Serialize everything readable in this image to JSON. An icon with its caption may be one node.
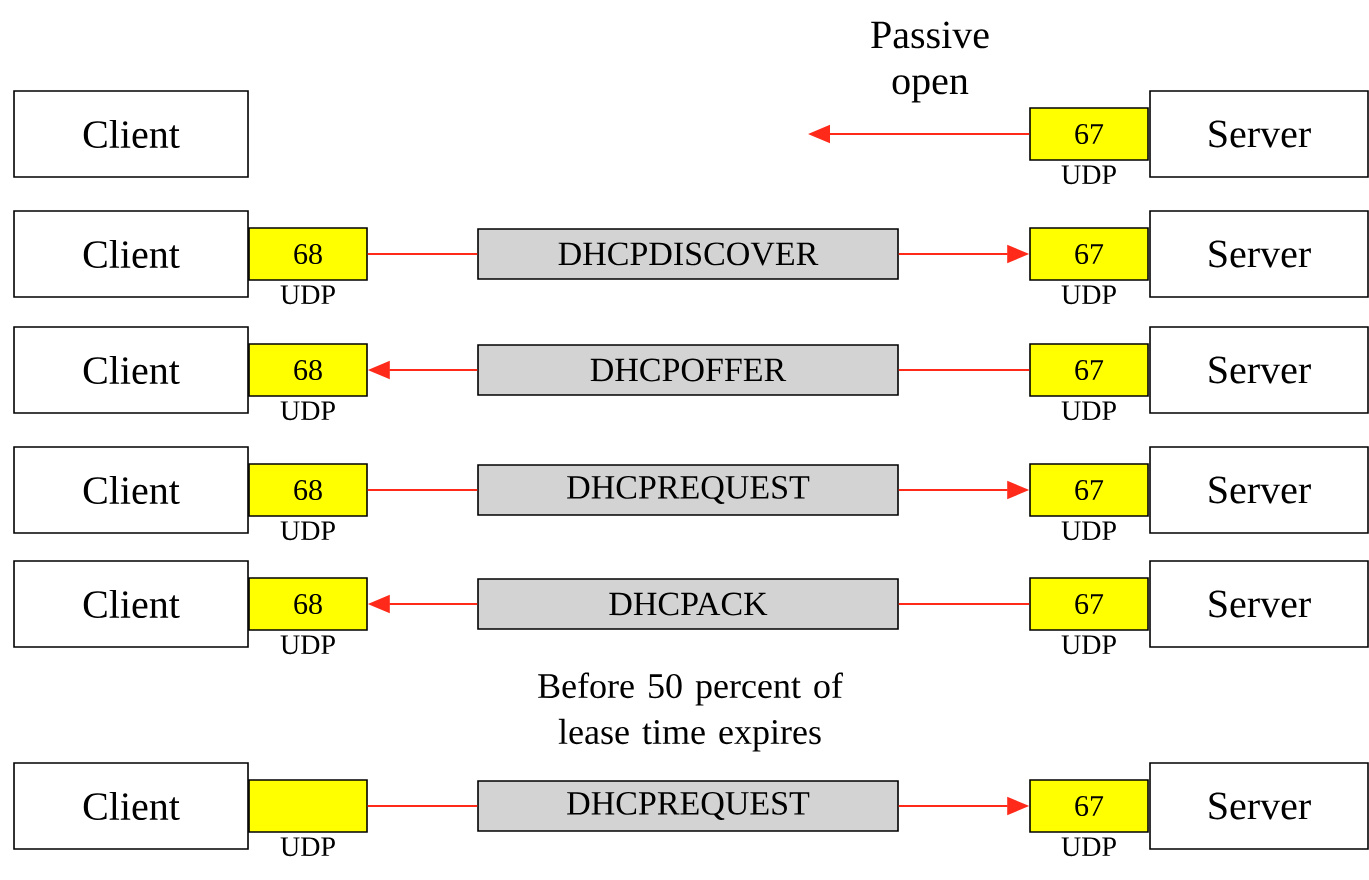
{
  "diagram": {
    "nodes": [
      {
        "text": [
          "Client"
        ]
      },
      {
        "text": [
          "67"
        ],
        "beside": [
          "UDP"
        ]
      },
      {
        "text": [
          "Server"
        ]
      },
      {
        "text": [
          "Client"
        ]
      },
      {
        "text": [
          "68"
        ],
        "beside": [
          "UDP"
        ]
      },
      {
        "text": [
          "DHCPDISCOVER"
        ]
      },
      {
        "text": [
          "67"
        ],
        "beside": [
          "UDP"
        ]
      },
      {
        "text": [
          "Server"
        ]
      },
      {
        "text": [
          "Client"
        ]
      },
      {
        "text": [
          "68"
        ],
        "beside": [
          "UDP"
        ]
      },
      {
        "text": [
          "DHCPOFFER"
        ]
      },
      {
        "text": [
          "67"
        ],
        "beside": [
          "UDP"
        ]
      },
      {
        "text": [
          "Server"
        ]
      },
      {
        "text": [
          "Client"
        ]
      },
      {
        "text": [
          "68"
        ],
        "beside": [
          "UDP"
        ]
      },
      {
        "text": [
          "DHCPREQUEST"
        ]
      },
      {
        "text": [
          "67"
        ],
        "beside": [
          "UDP"
        ]
      },
      {
        "text": [
          "Server"
        ]
      },
      {
        "text": [
          "Client"
        ]
      },
      {
        "text": [
          "68"
        ],
        "beside": [
          "UDP"
        ]
      },
      {
        "text": [
          "DHCPACK"
        ]
      },
      {
        "text": [
          "67"
        ],
        "beside": [
          "UDP"
        ]
      },
      {
        "text": [
          "Server"
        ]
      },
      {
        "text": [
          "Client"
        ]
      },
      {
        "text": [],
        "shape": "box",
        "beside": [
          "UDP"
        ]
      },
      {
        "text": [
          "DHCPREQUEST"
        ]
      },
      {
        "text": [
          "67"
        ],
        "beside": [
          "UDP"
        ]
      },
      {
        "text": [
          "Server"
        ]
      }
    ],
    "edges": [
      {
        "from": 1,
        "to": null,
        "arrow": "to",
        "label": "Passive open"
      },
      {
        "from": 4,
        "to": 5,
        "arrow": "none"
      },
      {
        "from": 5,
        "to": 6,
        "arrow": "to"
      },
      {
        "from": 11,
        "to": 10,
        "arrow": "none"
      },
      {
        "from": 10,
        "to": 9,
        "arrow": "to"
      },
      {
        "from": 14,
        "to": 15,
        "arrow": "none"
      },
      {
        "from": 15,
        "to": 16,
        "arrow": "to"
      },
      {
        "from": 21,
        "to": 20,
        "arrow": "none"
      },
      {
        "from": 20,
        "to": 19,
        "arrow": "to"
      },
      {
        "from": 24,
        "to": 25,
        "arrow": "none"
      },
      {
        "from": 25,
        "to": 26,
        "arrow": "to"
      }
    ],
    "labels": [
      "Before 50 percent of lease time expires"
    ]
  }
}
